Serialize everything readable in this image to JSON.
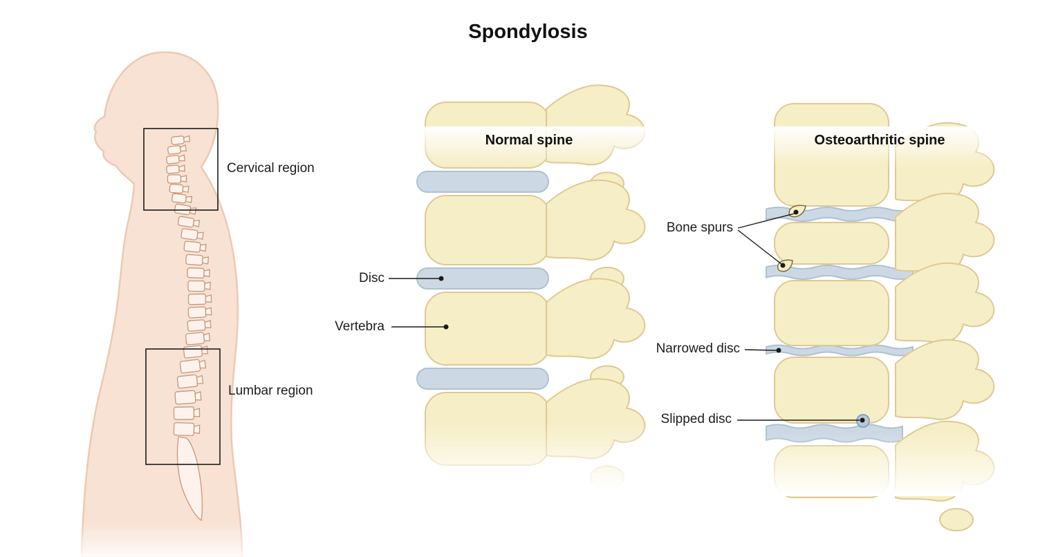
{
  "title": "Spondylosis",
  "overview_figure": {
    "description": "human-body-side-profile-with-spine",
    "region_labels": [
      {
        "label": "Cervical region"
      },
      {
        "label": "Lumbar region"
      }
    ]
  },
  "normal_spine": {
    "heading": "Normal spine",
    "annotations": [
      {
        "label": "Disc"
      },
      {
        "label": "Vertebra"
      }
    ]
  },
  "osteoarthritic_spine": {
    "heading": "Osteoarthritic spine",
    "annotations": [
      {
        "label": "Bone spurs"
      },
      {
        "label": "Narrowed disc"
      },
      {
        "label": "Slipped disc"
      }
    ]
  },
  "colors": {
    "background": "#ffffff",
    "skin": "#f8e2d4",
    "skin_outline": "#ecc9b3",
    "spine_fill": "#fdf3ec",
    "spine_outline": "#c89579",
    "bone": "#f6eec6",
    "bone_outline": "#ddc992",
    "disc": "#ccd9e5",
    "disc_outline": "#aec1d1",
    "annotation": "#1a1a1a"
  }
}
